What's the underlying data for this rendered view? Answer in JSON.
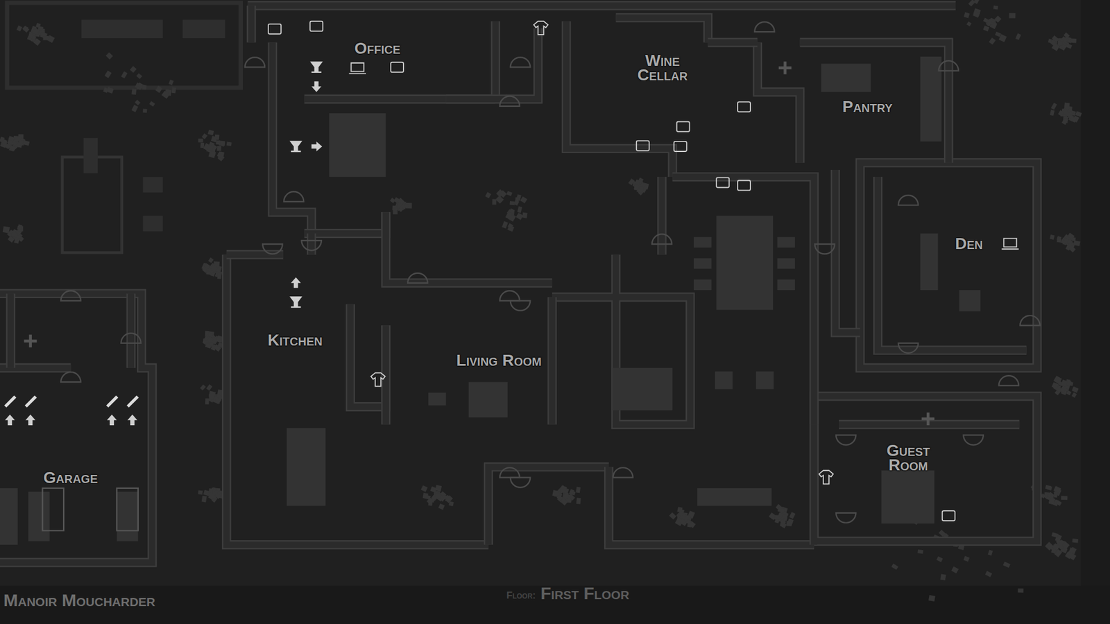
{
  "diagram": {
    "title": "Manoir Moucharder",
    "nodes": [
      {
        "text": [
          "Office"
        ]
      },
      {
        "text": [
          "Wine Cellar"
        ]
      },
      {
        "text": [
          "Pantry"
        ]
      },
      {
        "text": [
          "Den"
        ]
      },
      {
        "text": [
          "Kitchen"
        ]
      },
      {
        "text": [
          "Living Room"
        ]
      },
      {
        "text": [
          "Guest Room"
        ]
      },
      {
        "text": [
          "Garage"
        ]
      }
    ],
    "labels": [
      "Floor:",
      "First Floor"
    ]
  }
}
